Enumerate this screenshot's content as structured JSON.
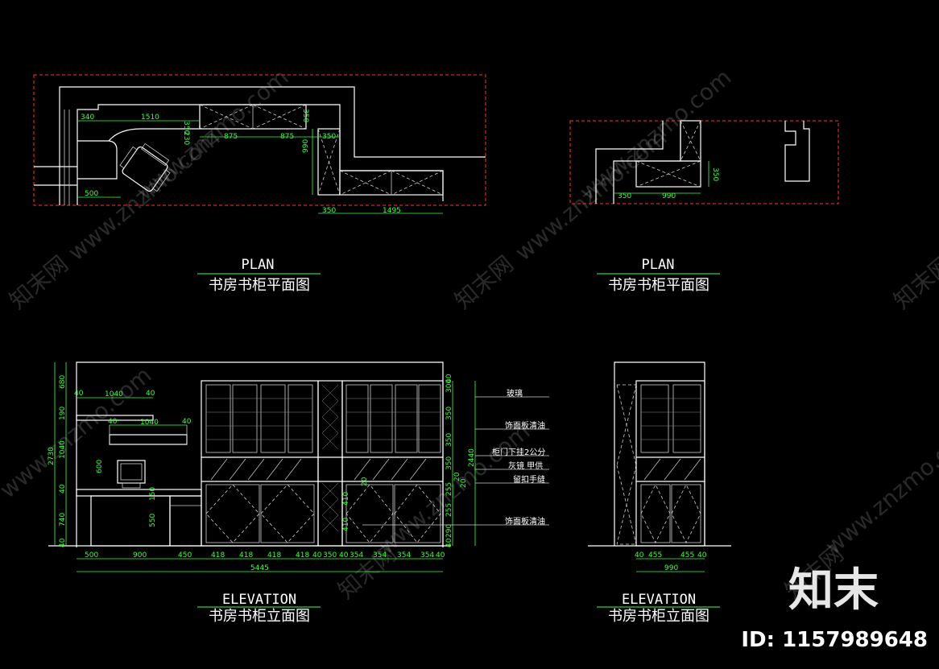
{
  "titles": {
    "plan_en": "PLAN",
    "plan_cn": "书房书柜平面图",
    "elev_en": "ELEVATION",
    "elev_cn": "书房书柜立面图"
  },
  "plan_left_dims": {
    "d340": "340",
    "d1510": "1510",
    "d350a": "350",
    "d350b": "350",
    "d230": "230",
    "d875a": "875",
    "d875b": "875",
    "d350c": "350",
    "d990": "990",
    "d500": "500",
    "d350d": "350",
    "d1495": "1495"
  },
  "plan_right_dims": {
    "d350": "350",
    "d990": "990",
    "d350v": "350"
  },
  "elev_left_dims": {
    "v680": "680",
    "v190": "190",
    "v1040": "1040",
    "v40a": "40",
    "v740": "740",
    "v40b": "40",
    "v2730": "2730",
    "v600": "600",
    "v150": "150",
    "v550": "550",
    "h40a": "40",
    "h1040a": "1040",
    "h40b": "40",
    "h40c": "40",
    "h1040b": "1040",
    "h40d": "40",
    "r300": "300",
    "r40a": "40",
    "r350a": "350",
    "r350b": "350",
    "r350c": "350",
    "r2440": "2440",
    "r20a": "20",
    "r20b": "20",
    "r255a": "255",
    "r255b": "255",
    "r290": "290",
    "r40b": "40",
    "m410a": "410",
    "m410b": "410",
    "m20": "20",
    "b500": "500",
    "b900": "900",
    "b450": "450",
    "b418a": "418",
    "b418b": "418",
    "b418c": "418",
    "b418d": "418",
    "b40a": "40",
    "b350": "350",
    "b40b": "40",
    "b354a": "354",
    "b354b": "354",
    "b354c": "354",
    "b354d": "354",
    "b40c": "40",
    "total": "5445"
  },
  "elev_left_notes": {
    "n1": "玻璃",
    "n2": "饰面板清油",
    "n3": "柜门下挂2公分",
    "n4": "灰镜  甲供",
    "n5": "留扣手缝",
    "n6": "饰面板清油"
  },
  "elev_right_dims": {
    "b40a": "40",
    "b455a": "455",
    "b455b": "455",
    "b40b": "40",
    "total": "990"
  },
  "watermark": {
    "text_cn": "知末网",
    "url": "www.znzmo.com",
    "brand": "知末",
    "id_label": "ID: 1157989648"
  }
}
